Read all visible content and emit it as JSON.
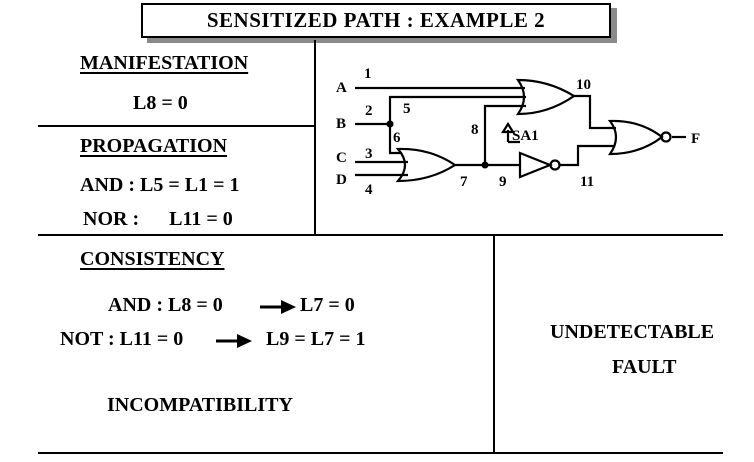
{
  "title": "SENSITIZED  PATH :  EXAMPLE 2",
  "manifestation": {
    "heading": "MANIFESTATION",
    "value": "L8 = 0"
  },
  "propagation": {
    "heading": "PROPAGATION",
    "and_line": "AND : L5 = L1 = 1",
    "nor_line": "NOR :      L11 = 0"
  },
  "consistency": {
    "heading": "CONSISTENCY",
    "and_line_left": "AND : L8 = 0",
    "and_line_right": "L7 = 0",
    "not_line_left": "NOT : L11 = 0",
    "not_line_right": "L9 = L7 = 1",
    "result": "INCOMPATIBILITY"
  },
  "conclusion": {
    "line1": "UNDETECTABLE",
    "line2": "FAULT"
  },
  "circuit": {
    "inputs": [
      "A",
      "B",
      "C",
      "D"
    ],
    "output": "F",
    "fault": "SA1",
    "line_numbers": [
      "1",
      "2",
      "3",
      "4",
      "5",
      "6",
      "7",
      "8",
      "9",
      "10",
      "11"
    ]
  }
}
